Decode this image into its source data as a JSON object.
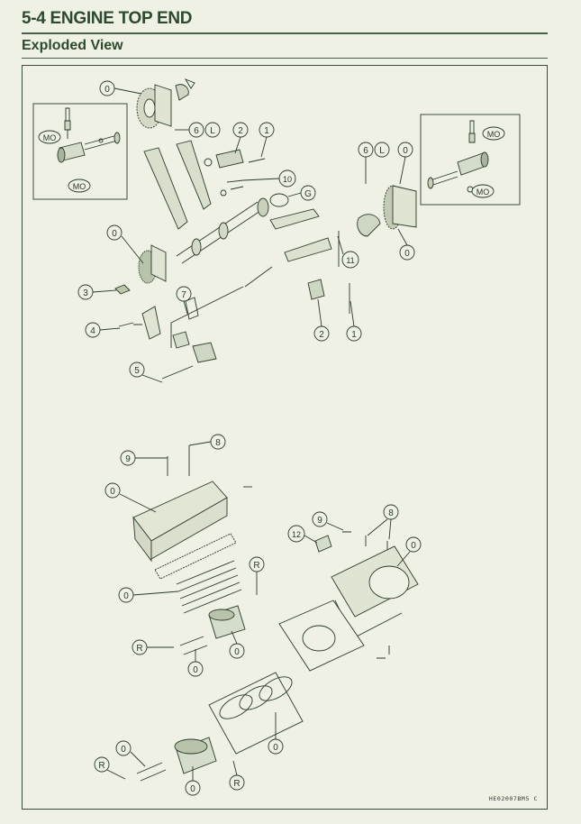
{
  "header": {
    "title": "5-4 ENGINE TOP END",
    "subtitle": "Exploded View"
  },
  "diagram_code": "HE02007BM5 C",
  "callouts": {
    "mo": "MO",
    "l": "L",
    "g": "G",
    "r": "R",
    "zero": "0",
    "n1": "1",
    "n2": "2",
    "n3": "3",
    "n4": "4",
    "n5": "5",
    "n6": "6",
    "n7": "7",
    "n8": "8",
    "n9": "9",
    "n10": "10",
    "n11": "11",
    "n12": "12"
  },
  "colors": {
    "background": "#eef1e4",
    "ink": "#2a3a2a",
    "title": "#2e4a2e"
  }
}
